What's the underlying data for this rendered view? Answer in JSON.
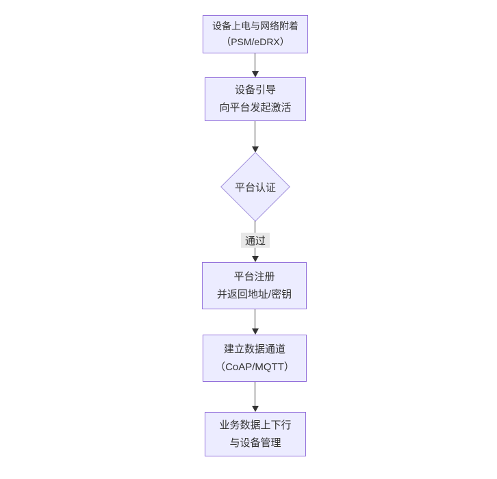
{
  "diagram": {
    "type": "flowchart",
    "direction": "top-to-bottom",
    "nodes": [
      {
        "id": "n1",
        "shape": "rect",
        "lines": [
          "设备上电与网络附着",
          "（PSM/eDRX）"
        ]
      },
      {
        "id": "n2",
        "shape": "rect",
        "lines": [
          "设备引导",
          "向平台发起激活"
        ]
      },
      {
        "id": "n3",
        "shape": "diamond",
        "lines": [
          "平台认证"
        ]
      },
      {
        "id": "n4",
        "shape": "rect",
        "lines": [
          "平台注册",
          "并返回地址/密钥"
        ]
      },
      {
        "id": "n5",
        "shape": "rect",
        "lines": [
          "建立数据通道",
          "（CoAP/MQTT）"
        ]
      },
      {
        "id": "n6",
        "shape": "rect",
        "lines": [
          "业务数据上下行",
          "与设备管理"
        ]
      }
    ],
    "edges": [
      {
        "from": "n1",
        "to": "n2",
        "label": ""
      },
      {
        "from": "n2",
        "to": "n3",
        "label": ""
      },
      {
        "from": "n3",
        "to": "n4",
        "label": "通过"
      },
      {
        "from": "n4",
        "to": "n5",
        "label": ""
      },
      {
        "from": "n5",
        "to": "n6",
        "label": ""
      }
    ],
    "colors": {
      "node_fill": "#ECECFF",
      "node_border": "#9370DB",
      "arrow": "#333333",
      "edge_label_bg": "#e8e8e8",
      "text": "#333333",
      "background": "#ffffff"
    }
  }
}
